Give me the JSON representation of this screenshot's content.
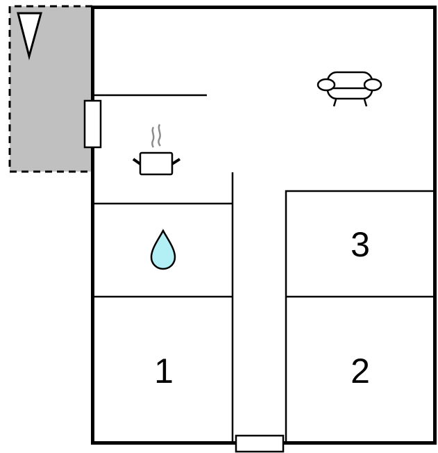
{
  "floorplan": {
    "rooms": [
      {
        "id": "bedroom-1",
        "label": "1"
      },
      {
        "id": "bedroom-2",
        "label": "2"
      },
      {
        "id": "bedroom-3",
        "label": "3"
      }
    ],
    "icons": [
      "sofa-icon",
      "cooking-pot-icon",
      "water-drop-icon",
      "terrace-north-arrow-icon"
    ],
    "colors": {
      "wall": "#000000",
      "terrace": "#c0c0c0",
      "water": "#b3f0f5",
      "steam": "#8c8c8c",
      "background": "#ffffff"
    }
  }
}
